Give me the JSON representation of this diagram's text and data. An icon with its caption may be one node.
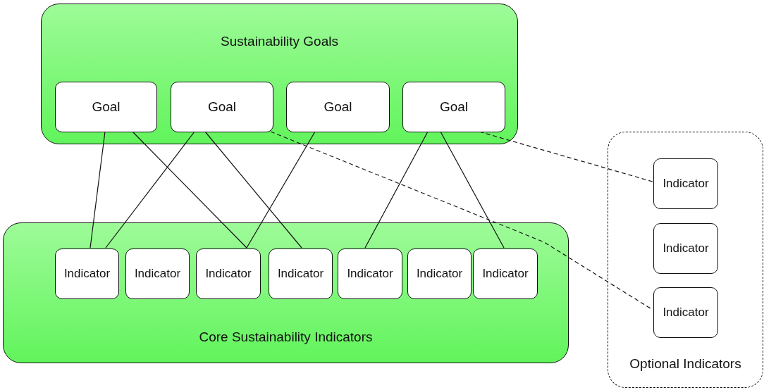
{
  "diagram": {
    "nodes": [
      {
        "text": [
          "Sustainability Goals"
        ]
      },
      {
        "text": [
          "Goal"
        ],
        "in": 0
      },
      {
        "text": [
          "Goal"
        ],
        "in": 0
      },
      {
        "text": [
          "Goal"
        ],
        "in": 0
      },
      {
        "text": [
          "Goal"
        ],
        "in": 0
      },
      {
        "text": [
          "Core Sustainability Indicators"
        ]
      },
      {
        "text": [
          "Indicator"
        ],
        "in": 5
      },
      {
        "text": [
          "Indicator"
        ],
        "in": 5
      },
      {
        "text": [
          "Indicator"
        ],
        "in": 5
      },
      {
        "text": [
          "Indicator"
        ],
        "in": 5
      },
      {
        "text": [
          "Indicator"
        ],
        "in": 5
      },
      {
        "text": [
          "Indicator"
        ],
        "in": 5
      },
      {
        "text": [
          "Indicator"
        ],
        "in": 5
      },
      {
        "text": [
          "Optional Indicators"
        ]
      },
      {
        "text": [
          "Indicator"
        ],
        "in": 13
      },
      {
        "text": [
          "Indicator"
        ],
        "in": 13
      },
      {
        "text": [
          "Indicator"
        ],
        "in": 13
      }
    ],
    "edges": [
      {
        "from": 1,
        "to": 6,
        "arrow": "none"
      },
      {
        "from": 1,
        "to": 8,
        "arrow": "none"
      },
      {
        "from": 2,
        "to": 6,
        "arrow": "none"
      },
      {
        "from": 2,
        "to": 9,
        "arrow": "none"
      },
      {
        "from": 3,
        "to": 8,
        "arrow": "none"
      },
      {
        "from": 4,
        "to": 10,
        "arrow": "none"
      },
      {
        "from": 4,
        "to": 12,
        "arrow": "none"
      },
      {
        "from": 2,
        "to": 16,
        "arrow": "none",
        "style": "dashed"
      },
      {
        "from": 4,
        "to": 14,
        "arrow": "none",
        "style": "dashed"
      }
    ]
  }
}
